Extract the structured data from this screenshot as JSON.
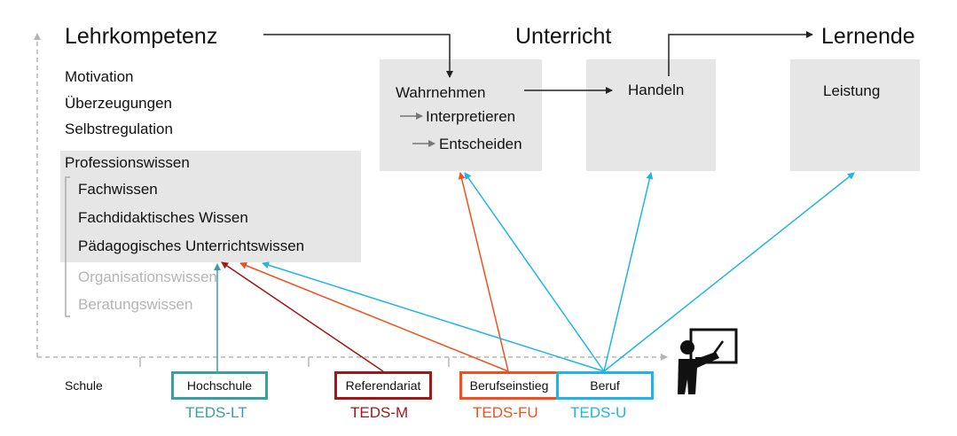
{
  "headings": {
    "lehrkompetenz": "Lehrkompetenz",
    "unterricht": "Unterricht",
    "lernende": "Lernende"
  },
  "dispositions": [
    "Motivation",
    "Überzeugungen",
    "Selbstregulation"
  ],
  "professionswissen": {
    "title": "Professionswissen",
    "items": [
      "Fachwissen",
      "Fachdidaktisches Wissen",
      "Pädagogisches Unterrichtswissen"
    ],
    "greyed_items": [
      "Organisationswissen",
      "Beratungswissen"
    ]
  },
  "unterricht_boxes": {
    "wahrnehmen": "Wahrnehmen",
    "interpretieren": "Interpretieren",
    "entscheiden": "Entscheiden",
    "handeln": "Handeln",
    "leistung": "Leistung"
  },
  "timeline": {
    "schule": "Schule",
    "stages": [
      {
        "label": "Hochschule",
        "study": "TEDS-LT",
        "color": "#3a9ea5"
      },
      {
        "label": "Referendariat",
        "study": "TEDS-M",
        "color": "#a01818"
      },
      {
        "label": "Berufseinstieg",
        "study": "TEDS-FU",
        "color": "#f0501e"
      },
      {
        "label": "Beruf",
        "study": "TEDS-U",
        "color": "#1eb4e6"
      }
    ]
  },
  "icons": {
    "teacher": "teacher-at-board-icon"
  }
}
